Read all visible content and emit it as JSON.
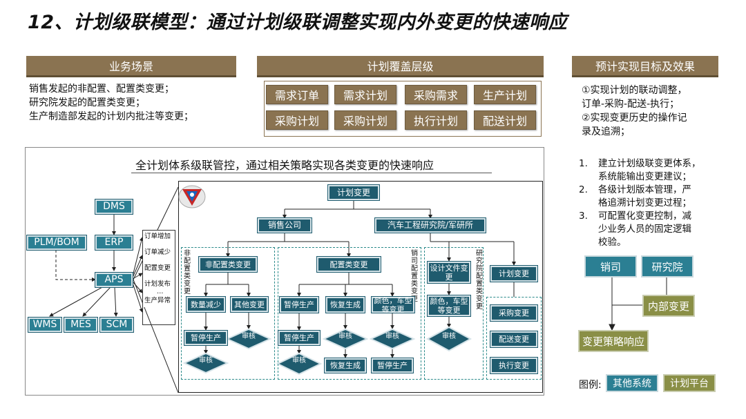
{
  "title": "12、计划级联模型：通过计划级联调整实现内外变更的快速响应",
  "sections": {
    "scenario": {
      "header": "业务场景",
      "lines": [
        "销售发起的非配置、配置类变更；",
        "研究院发起的配置类变更；",
        "生产制造部发起的计划内批注等变更；"
      ]
    },
    "layers": {
      "header": "计划覆盖层级",
      "items": [
        "需求订单",
        "需求计划",
        "采购需求",
        "生产计划",
        "采购计划",
        "采购计划",
        "执行计划",
        "配送计划"
      ]
    },
    "goals": {
      "header": "预计实现目标及效果",
      "lines": [
        "①实现计划的联动调整，",
        "订单-采购-配送-执行；",
        "②实现变更历史的操作记",
        "录及追溯；"
      ]
    }
  },
  "diagram": {
    "caption": "全计划体系级联管控，通过相关策略实现各类变更的快速响应",
    "systems": {
      "dms": "DMS",
      "erp": "ERP",
      "plm": "PLM/BOM",
      "aps": "APS",
      "wms": "WMS",
      "mes": "MES",
      "scm": "SCM"
    },
    "events": [
      "订单增加",
      "订单减少",
      "配置变更",
      "计划发布",
      "…",
      "生产异常"
    ],
    "top": "计划变更",
    "sales": "销售公司",
    "institute": "汽车工程研究院/军研所",
    "group1": {
      "vlabel": "非配置类变更",
      "head": "非配置类变更",
      "left": "数量减少",
      "right": "其他变更",
      "left2": "暂停生产",
      "review_a": "审核",
      "review_b": "审核"
    },
    "group2": {
      "vlabel": "销司配置类变更",
      "head": "配置类变更",
      "c1": "暂停生产",
      "c2": "恢复生成",
      "c3": "颜色，车型等变更",
      "c1b": "暂停生产",
      "c1r": "审核",
      "c2r": "审核",
      "c2b": "恢复生成",
      "c3r": "审核",
      "c3b": "暂停生产"
    },
    "group3": {
      "vlabel": "研究院配置类变更",
      "head": "设计文件变更",
      "mid": "颜色，车型等变更",
      "review": "审核"
    },
    "group4": {
      "head": "计划变更",
      "items": [
        "采购变更",
        "配送变更",
        "执行变更"
      ]
    }
  },
  "right": {
    "list": [
      {
        "num": "1.",
        "lines": [
          "建立计划级联变更体系，",
          "系统能输出变更建议；"
        ]
      },
      {
        "num": "2.",
        "lines": [
          "各级计划版本管理，严",
          "格追溯计划变更过程；"
        ]
      },
      {
        "num": "3.",
        "lines": [
          "可配置化变更控制，减",
          "少业务人员的固定逻辑",
          "校验。"
        ]
      }
    ],
    "mini": {
      "a": "销司",
      "b": "研究院",
      "c": "内部变更",
      "d": "变更策略响应"
    },
    "legend": {
      "label": "图例:",
      "other": "其他系统",
      "plan": "计划平台"
    }
  },
  "colors": {
    "brown": "#8a7351",
    "teal": "#1f5b6e",
    "olive": "#8a8f46"
  }
}
